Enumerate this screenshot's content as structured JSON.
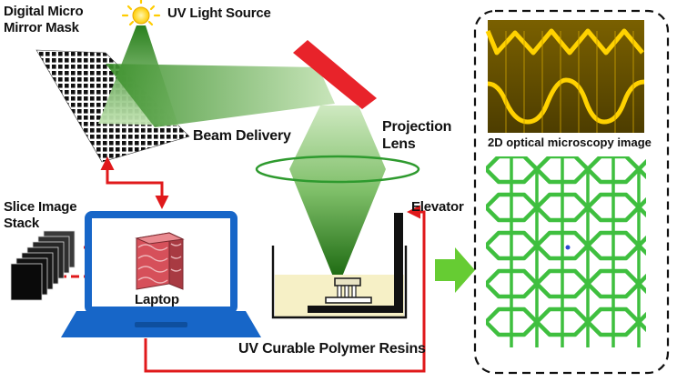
{
  "labels": {
    "dmd_line1": "Digital Micro",
    "dmd_line2": "Mirror Mask",
    "uv_source": "UV Light Source",
    "beam_delivery": "Beam Delivery",
    "projection_line1": "Projection",
    "projection_line2": "Lens",
    "slice_line1": "Slice Image",
    "slice_line2": "Stack",
    "laptop": "Laptop",
    "elevator": "Elevator",
    "resin": "UV Curable Polymer Resins",
    "microscopy": "2D optical  microscopy  image"
  },
  "colors": {
    "uv_beam": "#2e8b1e",
    "mirror": "#e8232a",
    "lens": "#2e9a2e",
    "link_arrow": "#e0191b",
    "laptop": "#1766c8",
    "resin": "#f6f0c6",
    "result_arrow": "#66cc33",
    "sun": "#ffd21f",
    "scaffold": "#3fbf3f",
    "microscopy_bg": "#6a5200"
  },
  "icons": [
    "sun-icon",
    "dmd-mirror-grid",
    "red-mirror",
    "projection-lens",
    "laptop-icon",
    "slice-stack-icon",
    "resin-vat",
    "build-platform",
    "elevator-bar",
    "green-result-arrow",
    "microscopy-image",
    "scaffold-3d-icon"
  ]
}
